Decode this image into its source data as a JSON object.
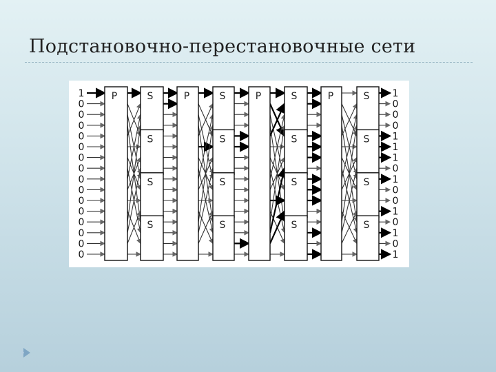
{
  "slide": {
    "title": "Подстановочно-перестановочные сети"
  },
  "diagram": {
    "input_bits": [
      "1",
      "0",
      "0",
      "0",
      "0",
      "0",
      "0",
      "0",
      "0",
      "0",
      "0",
      "0",
      "0",
      "0",
      "0",
      "0"
    ],
    "output_bits": [
      "1",
      "0",
      "0",
      "0",
      "1",
      "1",
      "1",
      "0",
      "1",
      "0",
      "0",
      "1",
      "0",
      "1",
      "0",
      "1"
    ],
    "stages": [
      {
        "type": "P",
        "label": "P"
      },
      {
        "type": "S",
        "label": "S"
      },
      {
        "type": "P",
        "label": "P"
      },
      {
        "type": "S",
        "label": "S"
      },
      {
        "type": "P",
        "label": "P"
      },
      {
        "type": "S",
        "label": "S"
      },
      {
        "type": "P",
        "label": "P"
      },
      {
        "type": "S",
        "label": "S"
      }
    ],
    "s_boxes_per_stage": 4,
    "highlighted_lines": "bold lines carry bit value 1",
    "colors": {
      "box_border": "#111111",
      "line": "#333333",
      "line_bold": "#000000",
      "arrow": "#666666"
    }
  }
}
